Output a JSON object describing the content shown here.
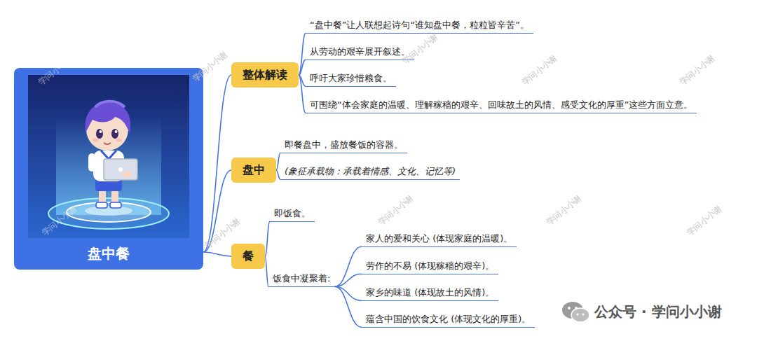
{
  "diagram": {
    "nodes": [
      {
        "text": [
          "盘中餐"
        ]
      },
      {
        "text": [
          "整体解读"
        ]
      },
      {
        "text": [
          "“盘中餐”让人联想起诗句“谁知盘中餐，粒粒皆辛苦”。"
        ]
      },
      {
        "text": [
          "从劳动的艰辛展开叙述。"
        ]
      },
      {
        "text": [
          "呼吁大家珍惜粮食。"
        ]
      },
      {
        "text": [
          "可围绕“体会家庭的温暖、理解稼穑的艰辛、回味故土的风情、感受文化的厚重”这些方面立意。"
        ]
      },
      {
        "text": [
          "盘中"
        ]
      },
      {
        "text": [
          "即餐盘中，盛放餐饭的容器。"
        ]
      },
      {
        "text": [
          "(象征承载物：承载着情感、文化、记忆等)"
        ]
      },
      {
        "text": [
          "餐"
        ]
      },
      {
        "text": [
          "即饭食。"
        ]
      },
      {
        "text": [
          "饭食中凝聚着:"
        ]
      },
      {
        "text": [
          "家人的爱和关心 (体现家庭的温暖)。"
        ]
      },
      {
        "text": [
          "劳作的不易 (体现稼穑的艰辛)。"
        ]
      },
      {
        "text": [
          "家乡的味道 (体现故土的风情)。"
        ]
      },
      {
        "text": [
          "蕴含中国的饮食文化 (体现文化的厚重)。"
        ]
      }
    ],
    "edges": [
      {
        "from": 0,
        "to": 1,
        "arrow": "none"
      },
      {
        "from": 0,
        "to": 6,
        "arrow": "none"
      },
      {
        "from": 0,
        "to": 9,
        "arrow": "none"
      },
      {
        "from": 1,
        "to": 2,
        "arrow": "none"
      },
      {
        "from": 1,
        "to": 3,
        "arrow": "none"
      },
      {
        "from": 1,
        "to": 4,
        "arrow": "none"
      },
      {
        "from": 1,
        "to": 5,
        "arrow": "none"
      },
      {
        "from": 6,
        "to": 7,
        "arrow": "none"
      },
      {
        "from": 6,
        "to": 8,
        "arrow": "none"
      },
      {
        "from": 9,
        "to": 10,
        "arrow": "none"
      },
      {
        "from": 9,
        "to": 11,
        "arrow": "none"
      },
      {
        "from": 11,
        "to": 12,
        "arrow": "none"
      },
      {
        "from": 11,
        "to": 13,
        "arrow": "none"
      },
      {
        "from": 11,
        "to": 14,
        "arrow": "none"
      },
      {
        "from": 11,
        "to": 15,
        "arrow": "none"
      }
    ],
    "labels": [
      "学问小小谢",
      "学问小小谢",
      "学问小小谢",
      "学问小小谢",
      "学问小小谢",
      "学问小小谢",
      "学问小小谢",
      "学问小小谢",
      "学问小小谢",
      "学问小小谢",
      "公众号 · 学问小小谢"
    ]
  }
}
